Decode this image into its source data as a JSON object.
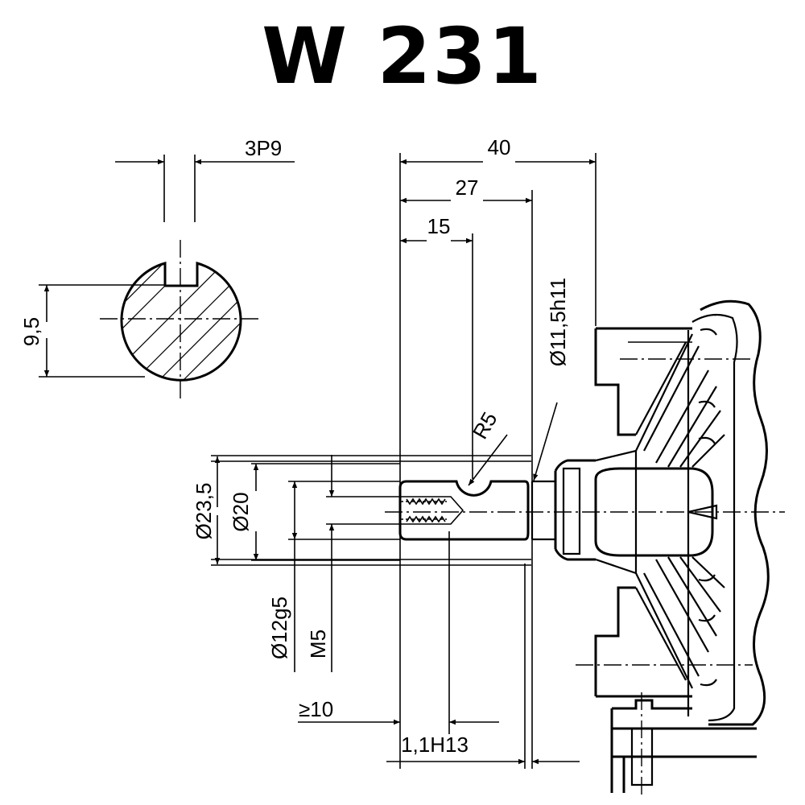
{
  "title": "W 231",
  "dimensions": {
    "key_width": "3P9",
    "key_depth": "9,5",
    "len_40": "40",
    "len_27": "27",
    "len_15": "15",
    "dia_11_5": "Ø11,5h11",
    "radius": "R5",
    "dia_23_5": "Ø23,5",
    "dia_20": "Ø20",
    "dia_12": "Ø12g5",
    "thread": "M5",
    "thread_depth": "≥10",
    "groove": "1,1H13"
  }
}
